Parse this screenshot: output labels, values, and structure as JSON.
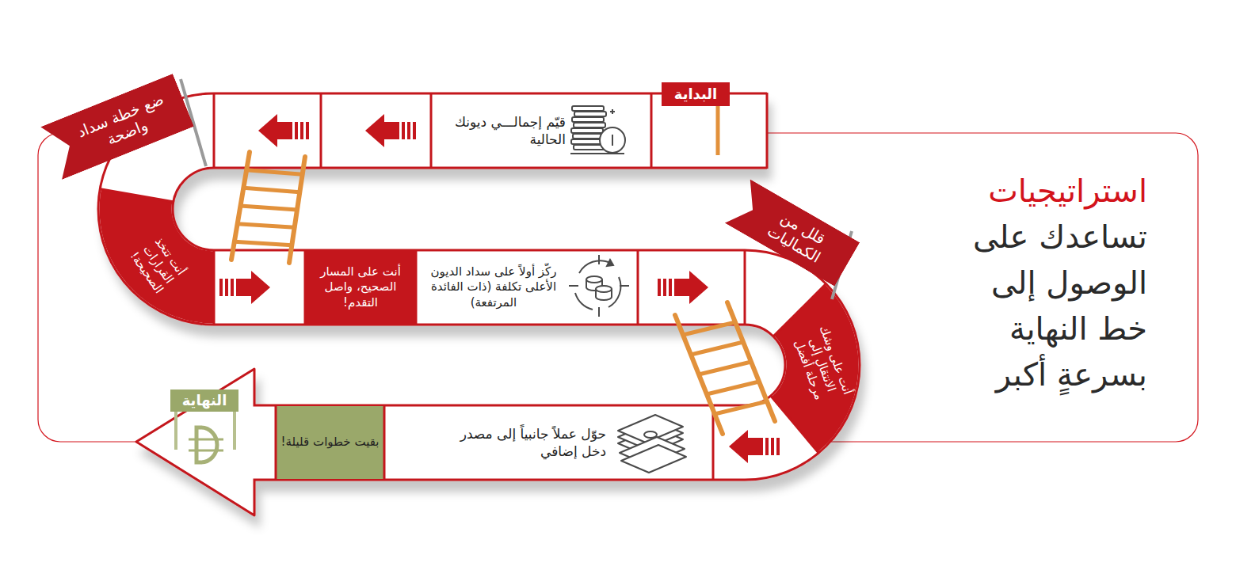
{
  "diagram": {
    "title": "استراتيجيات تساعدك على الوصول إلى خط النهاية بسرعةٍ أكبر",
    "nodes": [
      {
        "text": [
          "البداية"
        ]
      },
      {
        "text": [
          "قيّم إجمالـــي ديونك الحالية"
        ]
      },
      {
        "text": [
          "ضع خطة سداد واضحة"
        ]
      },
      {
        "text": [
          "أنت تتخذ القرارات الصحيحة!"
        ]
      },
      {
        "text": [
          "أنت على المسار الصحيح، واصل التقدم!"
        ]
      },
      {
        "text": [
          "ركّز أولاً على سداد الديون الأعلى تكلفة (ذات الفائدة المرتفعة)"
        ]
      },
      {
        "text": [
          "قلل من الكماليات"
        ]
      },
      {
        "text": [
          "أنت على وشك الانتقال إلى مرحلة أفضل"
        ]
      },
      {
        "text": [
          "حوّل عملاً جانبياً إلى مصدر دخل إضافي"
        ]
      },
      {
        "text": [
          "بقيت خطوات قليلة!"
        ]
      },
      {
        "text": [
          "النهاية"
        ]
      }
    ]
  }
}
